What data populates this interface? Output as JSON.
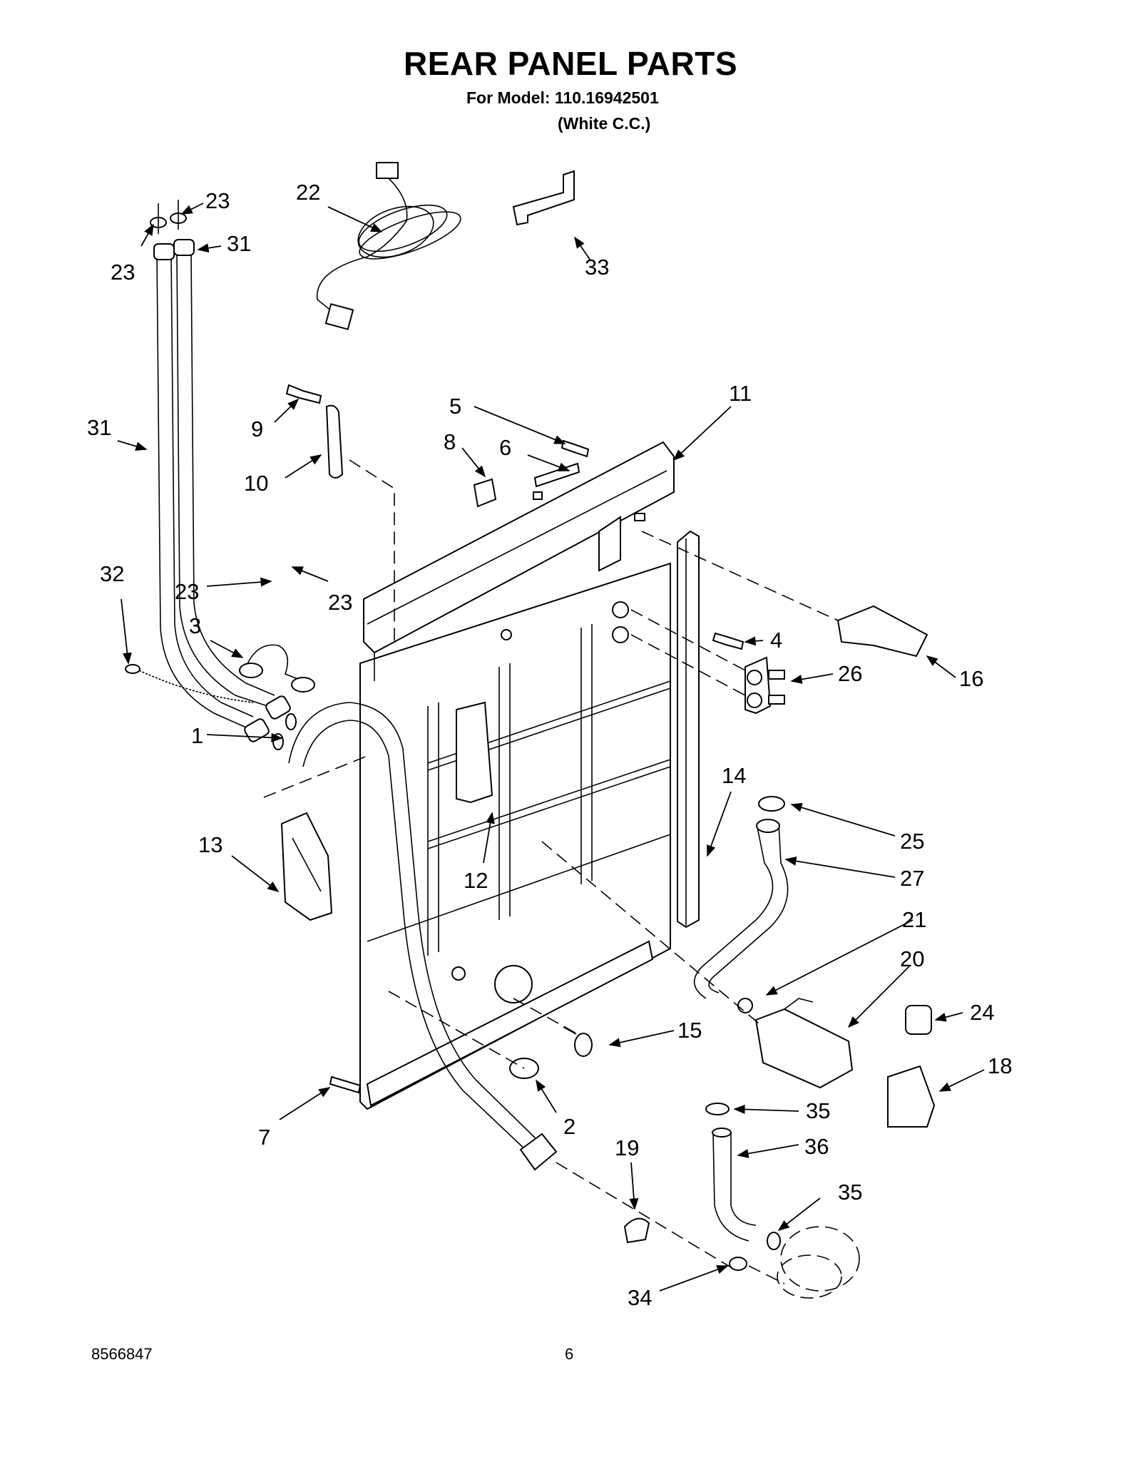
{
  "header": {
    "title": "REAR PANEL PARTS",
    "model_line": "For Model: 110.16942501",
    "variant_line": "(White C.C.)"
  },
  "footer": {
    "document_number": "8566847",
    "page_number": "6"
  },
  "callouts": {
    "c1": "1",
    "c2": "2",
    "c3": "3",
    "c4": "4",
    "c5": "5",
    "c6": "6",
    "c7": "7",
    "c8": "8",
    "c9": "9",
    "c10": "10",
    "c11": "11",
    "c12": "12",
    "c13": "13",
    "c14": "14",
    "c15": "15",
    "c16": "16",
    "c18": "18",
    "c19": "19",
    "c20": "20",
    "c21": "21",
    "c22": "22",
    "c23a": "23",
    "c23b": "23",
    "c23c": "23",
    "c23d": "23",
    "c24": "24",
    "c25": "25",
    "c26": "26",
    "c27": "27",
    "c31a": "31",
    "c31b": "31",
    "c32": "32",
    "c33": "33",
    "c34": "34",
    "c35a": "35",
    "c35b": "35",
    "c36": "36"
  }
}
